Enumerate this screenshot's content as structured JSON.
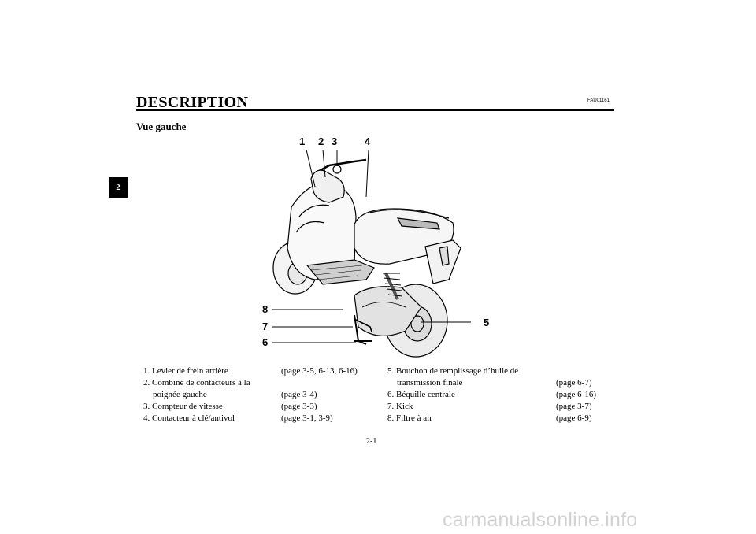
{
  "tab_label": "2",
  "title": "DESCRIPTION",
  "code": "FAU01161",
  "subtitle": "Vue gauche",
  "callouts": [
    "1",
    "2",
    "3",
    "4",
    "5",
    "6",
    "7",
    "8"
  ],
  "legend_left": [
    {
      "label": "1. Levier de frein arrière",
      "page": "(page 3-5, 6-13, 6-16)"
    },
    {
      "label": "2. Combiné de contacteurs à la",
      "page": ""
    },
    {
      "label": "poignée gauche",
      "page": "(page 3-4)"
    },
    {
      "label": "3. Compteur de vitesse",
      "page": "(page 3-3)"
    },
    {
      "label": "4. Contacteur à clé/antivol",
      "page": "(page 3-1, 3-9)"
    }
  ],
  "legend_right": [
    {
      "label": "5. Bouchon de remplissage d’huile de",
      "page": ""
    },
    {
      "label": "transmission finale",
      "page": "(page 6-7)"
    },
    {
      "label": "6. Béquille centrale",
      "page": "(page 6-16)"
    },
    {
      "label": "7. Kick",
      "page": "(page 3-7)"
    },
    {
      "label": "8. Filtre à air",
      "page": "(page 6-9)"
    }
  ],
  "page_number": "2-1",
  "watermark": "carmanualsonline.info"
}
